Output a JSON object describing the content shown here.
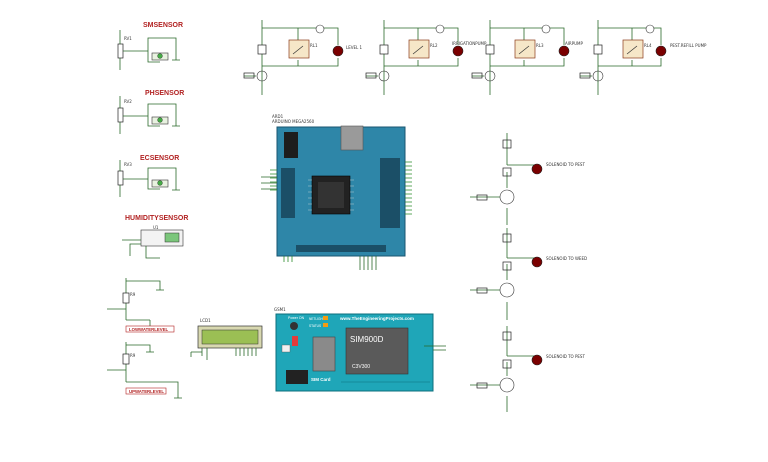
{
  "sensors": {
    "sm": {
      "title": "SMSENSOR",
      "res": "RV1"
    },
    "ph": {
      "title": "PHSENSOR",
      "res": "RV2"
    },
    "ec": {
      "title": "ECSENSOR",
      "res": "RV3"
    },
    "humidity": {
      "title": "HUMIDITYSENSOR",
      "chip": "U1"
    }
  },
  "levels": {
    "low": {
      "label": "LOWWATERLEVEL",
      "res": "R9"
    },
    "up": {
      "label": "UPWATERLEVEL",
      "res": "R9"
    }
  },
  "lcd": {
    "ref": "LCD1"
  },
  "arduino": {
    "ref": "ARD1"
  },
  "gsm": {
    "ref": "GSM1",
    "url": "www.TheEngineeringProjects.com",
    "module": "SIM900D",
    "sim_label": "SIM Card",
    "power_label": "Power ON",
    "net_label": "NETLIGHT",
    "status_label": "STATUS"
  },
  "pump_relays": [
    {
      "label": "LEVEL 1",
      "relay": "RL1"
    },
    {
      "label": "IRRIGATIONPUMP",
      "relay": "RL2"
    },
    {
      "label": "AIRPUMP",
      "relay": "RL3"
    },
    {
      "label": "PEST.REFILL PUMP",
      "relay": "RL4"
    }
  ],
  "solenoids": [
    {
      "label": "SOLENOID TO PEST"
    },
    {
      "label": "SOLENOID TO WEED"
    },
    {
      "label": "SOLENOID TO PEST"
    }
  ],
  "colors": {
    "board": "#2e86a8",
    "gsm": "#1fa6b8",
    "title": "#b22222"
  }
}
